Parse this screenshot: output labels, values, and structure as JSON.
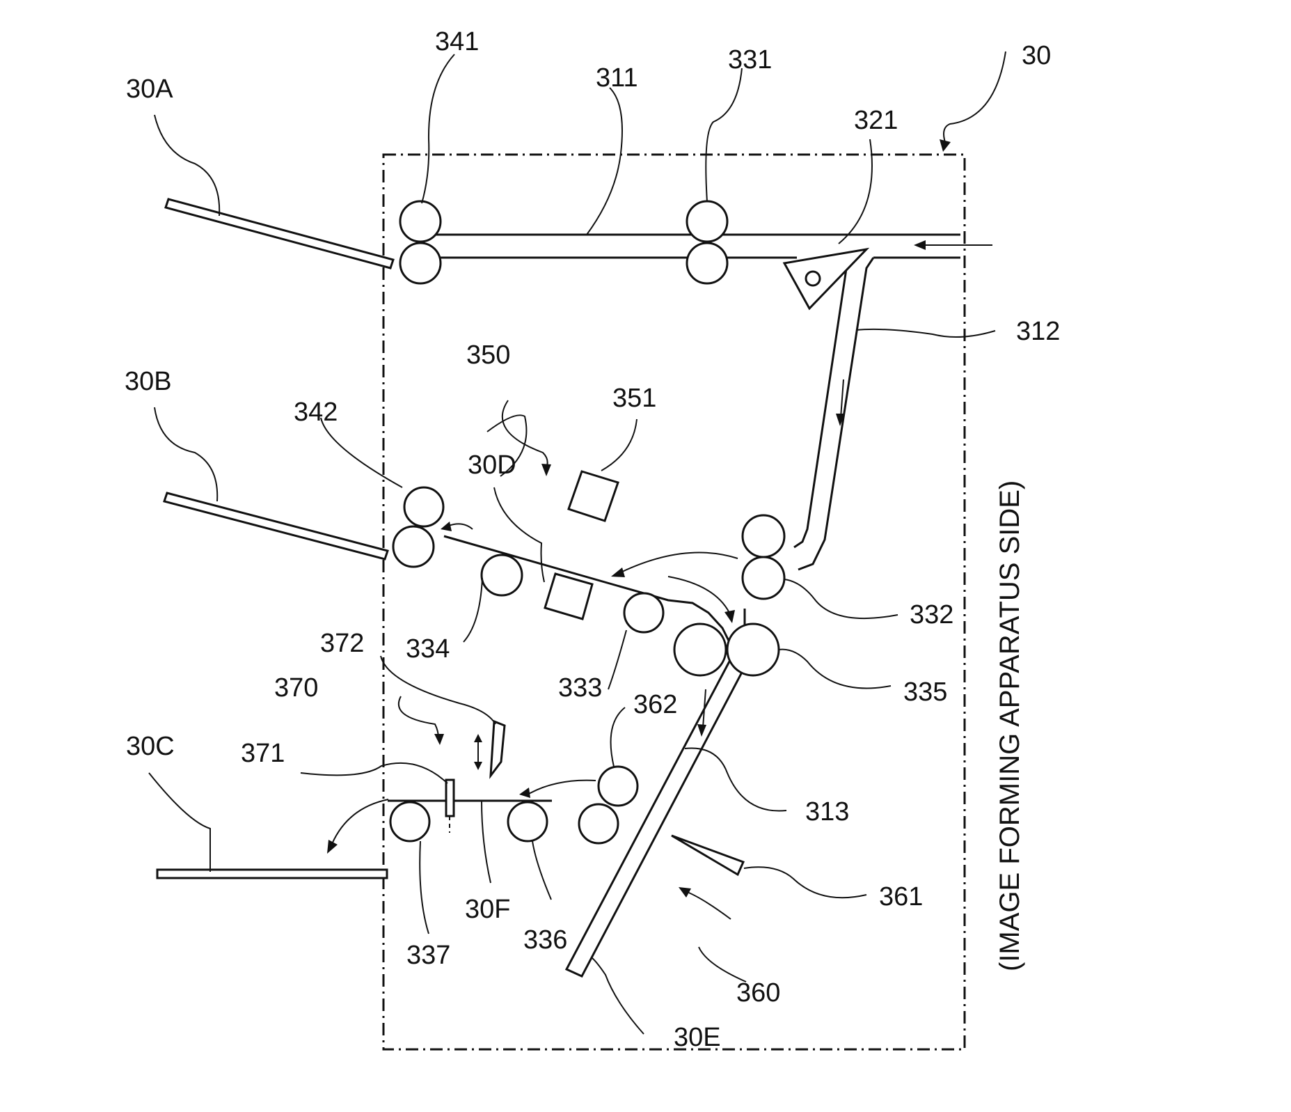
{
  "labels": {
    "unit": "30",
    "tray_a": "30A",
    "tray_b": "30B",
    "tray_c": "30C",
    "guide_d": "30D",
    "guide_e": "30E",
    "path_f": "30F",
    "path_311": "311",
    "path_312": "312",
    "path_313": "313",
    "gate_321": "321",
    "roller_331": "331",
    "roller_332": "332",
    "roller_333": "333",
    "roller_334": "334",
    "roller_335": "335",
    "roller_336": "336",
    "roller_337": "337",
    "roller_341": "341",
    "roller_342": "342",
    "unit_350": "350",
    "part_351": "351",
    "unit_360": "360",
    "part_361": "361",
    "roller_362": "362",
    "unit_370": "370",
    "part_371": "371",
    "part_372": "372",
    "side_caption": "(IMAGE FORMING APPARATUS SIDE)"
  }
}
